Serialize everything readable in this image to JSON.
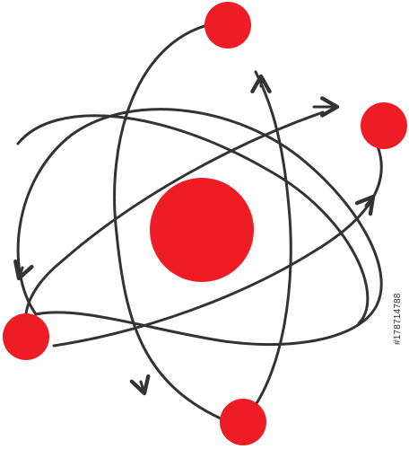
{
  "figure": {
    "subject": "atom",
    "nucleus_color": "#ee1c25",
    "electron_color": "#ee1c25",
    "orbit_color": "#333333",
    "background_color": "#ffffff",
    "electron_count": 4,
    "orbit_count": 3
  },
  "watermark": {
    "text": "#178714788"
  }
}
